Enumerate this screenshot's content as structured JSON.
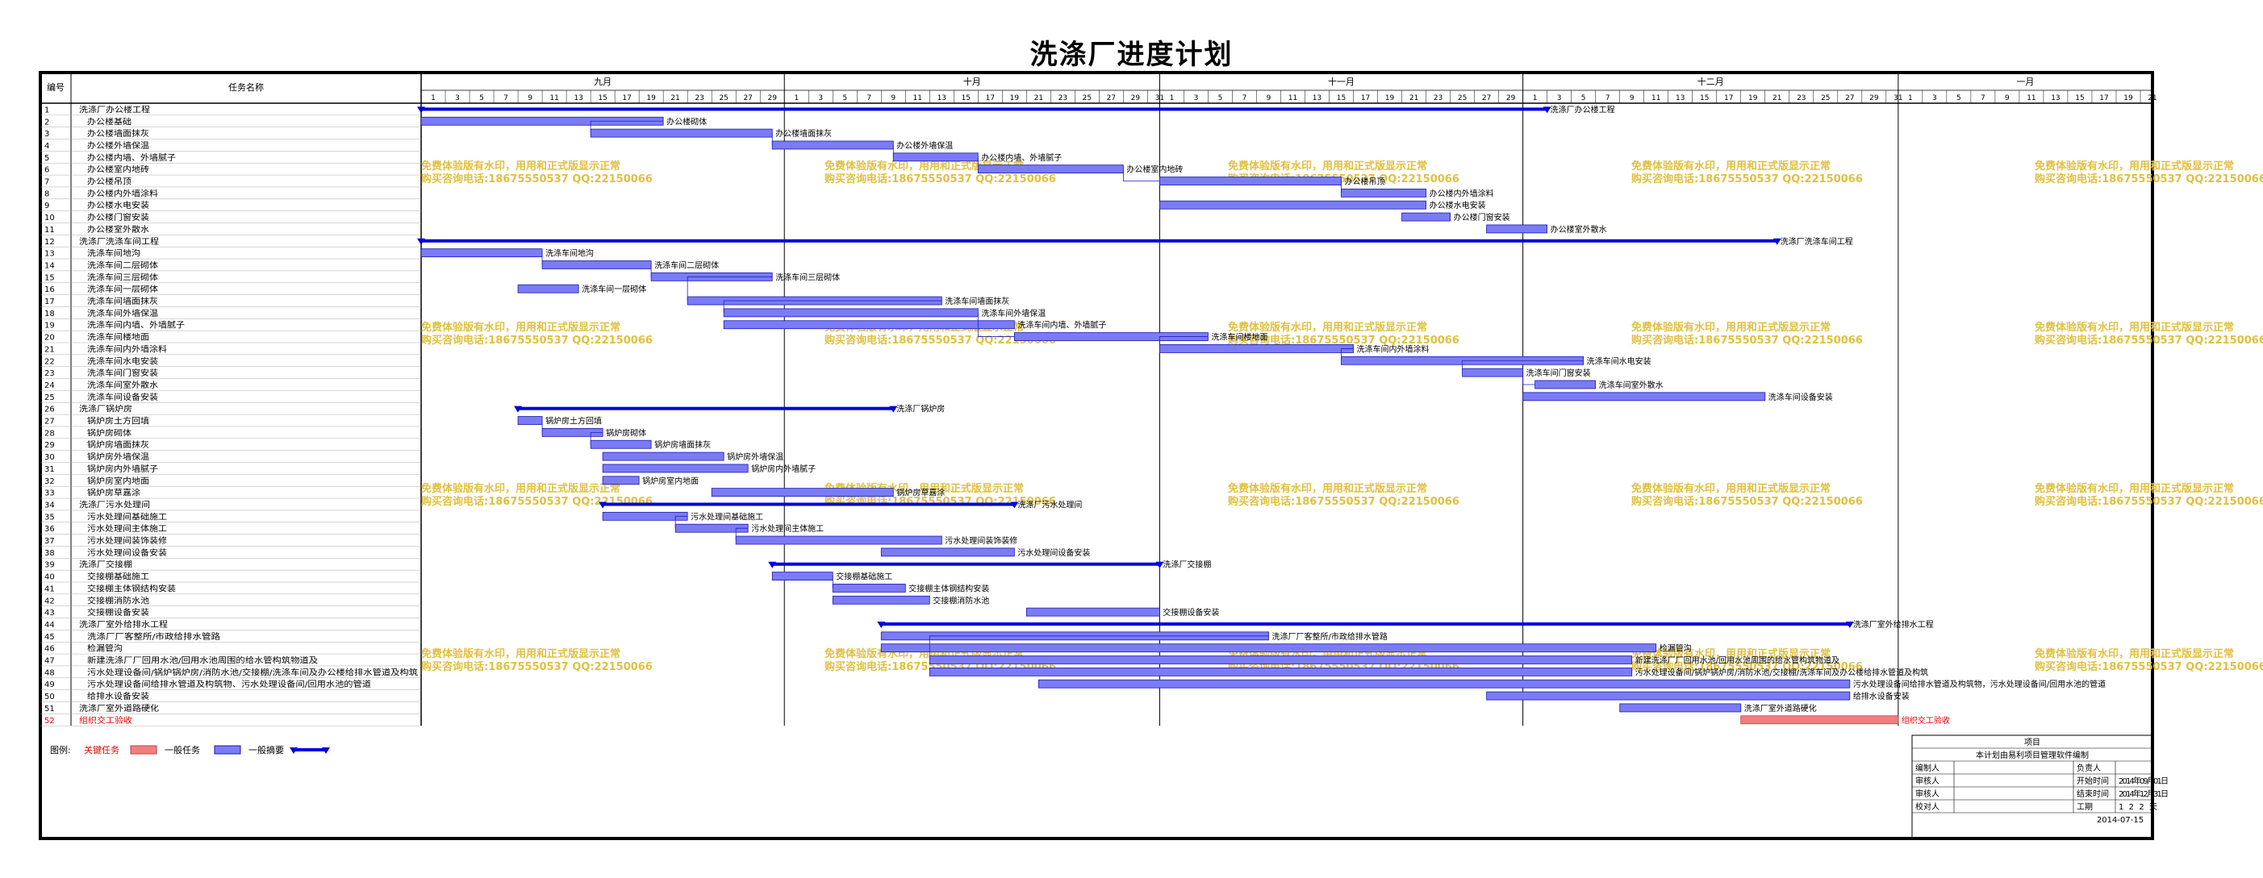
{
  "title": "洗涤厂进度计划",
  "header": {
    "col_no": "编号",
    "col_name": "任务名称"
  },
  "months": [
    {
      "label": "九月",
      "days": 30
    },
    {
      "label": "十月",
      "days": 31
    },
    {
      "label": "十一月",
      "days": 30
    },
    {
      "label": "十二月",
      "days": 31
    },
    {
      "label": "一月",
      "days": 21
    }
  ],
  "watermark": {
    "line1": "免费体验版有水印，用用和正式版显示正常",
    "line2": "购买咨询电话:18675550537 QQ:22150066"
  },
  "legend": {
    "label": "图例:",
    "critical": "关键任务",
    "normal": "一般任务",
    "summary": "一般摘要"
  },
  "info_box": {
    "title": "项目",
    "subtitle": "本计划由易利项目管理软件编制",
    "rows": [
      [
        "编制人",
        "",
        "负责人",
        ""
      ],
      [
        "审核人",
        "",
        "开始时间",
        "2014年09月01日"
      ],
      [
        "审核人",
        "",
        "结束时间",
        "2014年12月31日"
      ],
      [
        "校对人",
        "",
        "工期",
        "122天"
      ]
    ],
    "date": "2014-07-15"
  },
  "colors": {
    "bar": "#7b7bf5",
    "bar_border": "#1a1ab0",
    "summary": "#0000e0",
    "critical": "#f08080",
    "critical_text": "#e00000",
    "watermark": "#e0c040",
    "link": "#2020c0"
  },
  "chart_data": {
    "type": "gantt",
    "start_date": "2014-09-01",
    "tasks": [
      {
        "id": 1,
        "name": "洗涤厂办公楼工程",
        "start": "2014-09-01",
        "end": "2014-12-02",
        "kind": "summary",
        "label": "洗涤厂办公楼工程"
      },
      {
        "id": 2,
        "name": "办公楼基础",
        "start": "2014-09-01",
        "end": "2014-09-20",
        "kind": "task",
        "label": "办公楼砌体"
      },
      {
        "id": 3,
        "name": "办公楼墙面抹灰",
        "start": "2014-09-15",
        "end": "2014-09-29",
        "kind": "task",
        "label": "办公楼墙面抹灰"
      },
      {
        "id": 4,
        "name": "办公楼外墙保温",
        "start": "2014-09-30",
        "end": "2014-10-09",
        "kind": "task",
        "label": "办公楼外墙保温"
      },
      {
        "id": 5,
        "name": "办公楼内墙、外墙腻子",
        "start": "2014-10-10",
        "end": "2014-10-16",
        "kind": "task",
        "label": "办公楼内墙、外墙腻子"
      },
      {
        "id": 6,
        "name": "办公楼室内地砖",
        "start": "2014-10-17",
        "end": "2014-10-28",
        "kind": "task",
        "label": "办公楼室内地砖"
      },
      {
        "id": 7,
        "name": "办公楼吊顶",
        "start": "2014-11-01",
        "end": "2014-11-15",
        "kind": "task",
        "label": "办公楼吊顶"
      },
      {
        "id": 8,
        "name": "办公楼内外墙涂料",
        "start": "2014-11-16",
        "end": "2014-11-22",
        "kind": "task",
        "label": "办公楼内外墙涂料"
      },
      {
        "id": 9,
        "name": "办公楼水电安装",
        "start": "2014-11-01",
        "end": "2014-11-22",
        "kind": "task",
        "label": "办公楼水电安装"
      },
      {
        "id": 10,
        "name": "办公楼门窗安装",
        "start": "2014-11-21",
        "end": "2014-11-24",
        "kind": "task",
        "label": "办公楼门窗安装"
      },
      {
        "id": 11,
        "name": "办公楼室外散水",
        "start": "2014-11-28",
        "end": "2014-12-02",
        "kind": "task",
        "label": "办公楼室外散水"
      },
      {
        "id": 12,
        "name": "洗涤厂洗涤车间工程",
        "start": "2014-09-01",
        "end": "2014-12-21",
        "kind": "summary",
        "label": "洗涤厂洗涤车间工程"
      },
      {
        "id": 13,
        "name": "洗涤车间地沟",
        "start": "2014-09-01",
        "end": "2014-09-10",
        "kind": "task",
        "label": "洗涤车间地沟"
      },
      {
        "id": 14,
        "name": "洗涤车间二层砌体",
        "start": "2014-09-11",
        "end": "2014-09-19",
        "kind": "task",
        "label": "洗涤车间二层砌体"
      },
      {
        "id": 15,
        "name": "洗涤车间三层砌体",
        "start": "2014-09-20",
        "end": "2014-09-29",
        "kind": "task",
        "label": "洗涤车间三层砌体"
      },
      {
        "id": 16,
        "name": "洗涤车间一层砌体",
        "start": "2014-09-09",
        "end": "2014-09-13",
        "kind": "task",
        "label": "洗涤车间一层砌体"
      },
      {
        "id": 17,
        "name": "洗涤车间墙面抹灰",
        "start": "2014-09-23",
        "end": "2014-10-13",
        "kind": "task",
        "label": "洗涤车间墙面抹灰"
      },
      {
        "id": 18,
        "name": "洗涤车间外墙保温",
        "start": "2014-09-26",
        "end": "2014-10-16",
        "kind": "task",
        "label": "洗涤车间外墙保温"
      },
      {
        "id": 19,
        "name": "洗涤车间内墙、外墙腻子",
        "start": "2014-09-26",
        "end": "2014-10-19",
        "kind": "task",
        "label": "洗涤车间内墙、外墙腻子"
      },
      {
        "id": 20,
        "name": "洗涤车间楼地面",
        "start": "2014-10-20",
        "end": "2014-11-04",
        "kind": "task",
        "label": "洗涤车间楼地面"
      },
      {
        "id": 21,
        "name": "洗涤车间内外墙涂料",
        "start": "2014-11-01",
        "end": "2014-11-16",
        "kind": "task",
        "label": "洗涤车间内外墙涂料"
      },
      {
        "id": 22,
        "name": "洗涤车间水电安装",
        "start": "2014-11-16",
        "end": "2014-12-05",
        "kind": "task",
        "label": "洗涤车间水电安装"
      },
      {
        "id": 23,
        "name": "洗涤车间门窗安装",
        "start": "2014-11-26",
        "end": "2014-11-30",
        "kind": "task",
        "label": "洗涤车间门窗安装"
      },
      {
        "id": 24,
        "name": "洗涤车间室外散水",
        "start": "2014-12-02",
        "end": "2014-12-06",
        "kind": "task",
        "label": "洗涤车间室外散水"
      },
      {
        "id": 25,
        "name": "洗涤车间设备安装",
        "start": "2014-12-01",
        "end": "2014-12-20",
        "kind": "task",
        "label": "洗涤车间设备安装"
      },
      {
        "id": 26,
        "name": "洗涤厂锅炉房",
        "start": "2014-09-09",
        "end": "2014-10-09",
        "kind": "summary",
        "label": "洗涤厂锅炉房"
      },
      {
        "id": 27,
        "name": "锅炉房土方回填",
        "start": "2014-09-09",
        "end": "2014-09-10",
        "kind": "task",
        "label": "锅炉房土方回填"
      },
      {
        "id": 28,
        "name": "锅炉房砌体",
        "start": "2014-09-11",
        "end": "2014-09-15",
        "kind": "task",
        "label": "锅炉房砌体"
      },
      {
        "id": 29,
        "name": "锅炉房墙面抹灰",
        "start": "2014-09-15",
        "end": "2014-09-19",
        "kind": "task",
        "label": "锅炉房墙面抹灰"
      },
      {
        "id": 30,
        "name": "锅炉房外墙保温",
        "start": "2014-09-16",
        "end": "2014-09-25",
        "kind": "task",
        "label": "锅炉房外墙保温"
      },
      {
        "id": 31,
        "name": "锅炉房内外墙腻子",
        "start": "2014-09-16",
        "end": "2014-09-27",
        "kind": "task",
        "label": "锅炉房内外墙腻子"
      },
      {
        "id": 32,
        "name": "锅炉房室内地面",
        "start": "2014-09-16",
        "end": "2014-09-18",
        "kind": "task",
        "label": "锅炉房室内地面"
      },
      {
        "id": 33,
        "name": "锅炉房草嘉涂",
        "start": "2014-09-25",
        "end": "2014-10-09",
        "kind": "task",
        "label": "锅炉房草嘉涂"
      },
      {
        "id": 34,
        "name": "洗涤厂污水处理间",
        "start": "2014-09-16",
        "end": "2014-10-19",
        "kind": "summary",
        "label": "洗涤厂污水处理间"
      },
      {
        "id": 35,
        "name": "污水处理间基础施工",
        "start": "2014-09-16",
        "end": "2014-09-22",
        "kind": "task",
        "label": "污水处理间基础施工"
      },
      {
        "id": 36,
        "name": "污水处理间主体施工",
        "start": "2014-09-22",
        "end": "2014-09-27",
        "kind": "task",
        "label": "污水处理间主体施工"
      },
      {
        "id": 37,
        "name": "污水处理间装饰装修",
        "start": "2014-09-27",
        "end": "2014-10-13",
        "kind": "task",
        "label": "污水处理间装饰装修"
      },
      {
        "id": 38,
        "name": "污水处理间设备安装",
        "start": "2014-10-09",
        "end": "2014-10-19",
        "kind": "task",
        "label": "污水处理间设备安装"
      },
      {
        "id": 39,
        "name": "洗涤厂交接棚",
        "start": "2014-09-30",
        "end": "2014-10-31",
        "kind": "summary",
        "label": "洗涤厂交接棚"
      },
      {
        "id": 40,
        "name": "交接棚基础施工",
        "start": "2014-09-30",
        "end": "2014-10-04",
        "kind": "task",
        "label": "交接棚基础施工"
      },
      {
        "id": 41,
        "name": "交接棚主体钢结构安装",
        "start": "2014-10-05",
        "end": "2014-10-10",
        "kind": "task",
        "label": "交接棚主体钢结构安装"
      },
      {
        "id": 42,
        "name": "交接棚消防水池",
        "start": "2014-10-05",
        "end": "2014-10-12",
        "kind": "task",
        "label": "交接棚消防水池"
      },
      {
        "id": 43,
        "name": "交接棚设备安装",
        "start": "2014-10-21",
        "end": "2014-10-31",
        "kind": "task",
        "label": "交接棚设备安装"
      },
      {
        "id": 44,
        "name": "洗涤厂室外给排水工程",
        "start": "2014-10-09",
        "end": "2014-12-27",
        "kind": "summary",
        "label": "洗涤厂室外给排水工程"
      },
      {
        "id": 45,
        "name": "洗涤厂厂客整所/市政给排水管路",
        "start": "2014-10-09",
        "end": "2014-11-09",
        "kind": "task",
        "label": "洗涤厂厂客整所/市政给排水管路"
      },
      {
        "id": 46,
        "name": "检漏管沟",
        "start": "2014-10-09",
        "end": "2014-12-11",
        "kind": "task",
        "label": "检漏管沟"
      },
      {
        "id": 47,
        "name": "新建洗涤厂厂回用水池/回用水池周围的给水管构筑物道及",
        "start": "2014-10-13",
        "end": "2014-12-09",
        "kind": "task",
        "label": "新建洗涤厂厂回用水池/回用水池周围的给水管构筑物道及"
      },
      {
        "id": 48,
        "name": "污水处理设备间/锅炉锅炉房/消防水池/交接棚/洗涤车间及办公楼给排水管道及构筑",
        "start": "2014-10-13",
        "end": "2014-12-09",
        "kind": "task",
        "label": "污水处理设备间/锅炉锅炉房/消防水池/交接棚/洗涤车间及办公楼给排水管道及构筑"
      },
      {
        "id": 49,
        "name": "污水处理设备间给排水管道及构筑物、污水处理设备间/回用水池的管道",
        "start": "2014-10-22",
        "end": "2014-12-27",
        "kind": "task",
        "label": "污水处理设备间给排水管道及构筑物，污水处理设备间/回用水池的管道"
      },
      {
        "id": 50,
        "name": "给排水设备安装",
        "start": "2014-11-28",
        "end": "2014-12-27",
        "kind": "task",
        "label": "给排水设备安装"
      },
      {
        "id": 51,
        "name": "洗涤厂室外道路硬化",
        "start": "2014-12-09",
        "end": "2014-12-18",
        "kind": "task",
        "label": "洗涤厂室外道路硬化"
      },
      {
        "id": 52,
        "name": "组织交工验收",
        "start": "2014-12-19",
        "end": "2014-12-31",
        "kind": "critical",
        "label": "组织交工验收"
      }
    ]
  }
}
